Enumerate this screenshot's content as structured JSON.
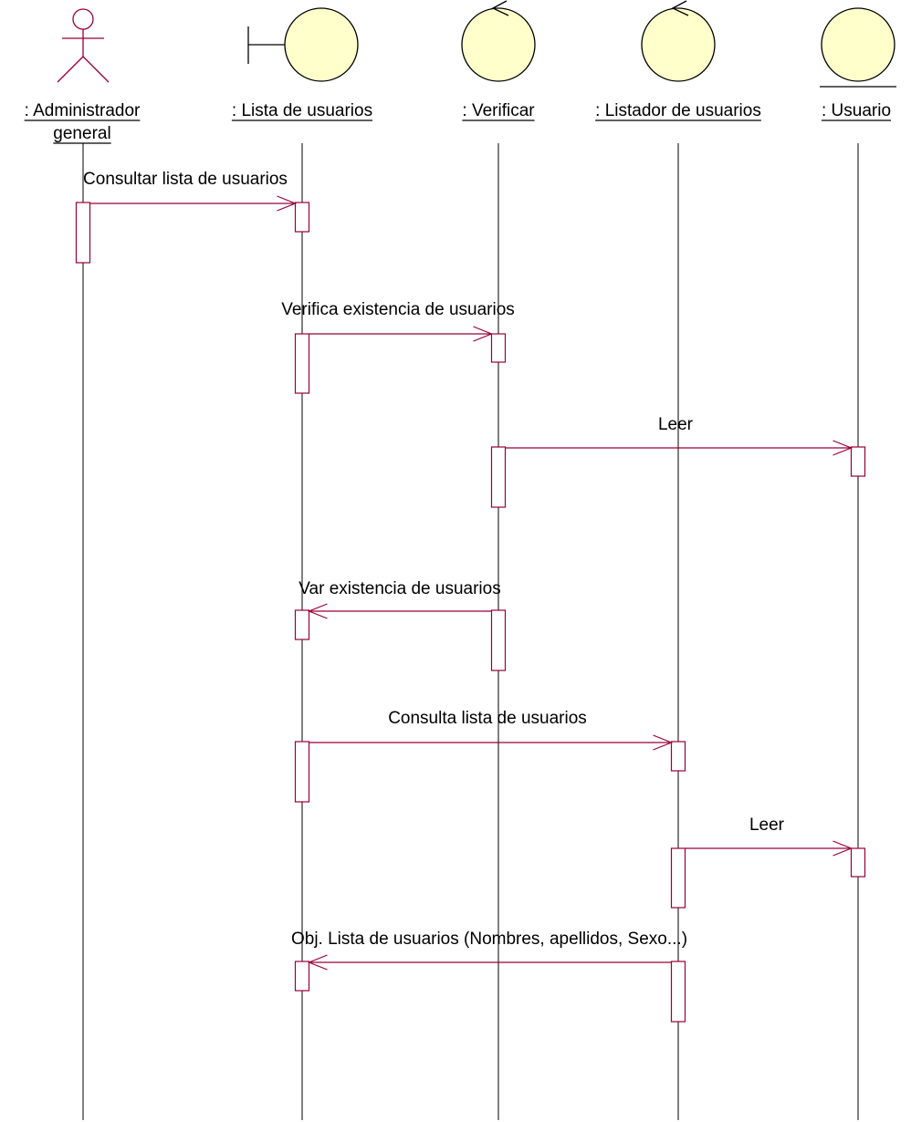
{
  "colors": {
    "line": "#000000",
    "message": "#990033",
    "object_fill": "#ffffcc"
  },
  "participants": [
    {
      "id": "admin",
      "kind": "actor",
      "icon": "actor-icon",
      "label_lines": [
        ": Administrador ",
        "general"
      ]
    },
    {
      "id": "lista",
      "kind": "boundary",
      "icon": "boundary-icon",
      "label_lines": [
        ": Lista de usuarios"
      ]
    },
    {
      "id": "verificar",
      "kind": "control",
      "icon": "control-icon",
      "label_lines": [
        ": Verificar"
      ]
    },
    {
      "id": "listador",
      "kind": "control",
      "icon": "control-icon",
      "label_lines": [
        ": Listador de usuarios"
      ]
    },
    {
      "id": "usuario",
      "kind": "entity",
      "icon": "entity-icon",
      "label_lines": [
        ": Usuario"
      ]
    }
  ],
  "messages": [
    {
      "from": "admin",
      "to": "lista",
      "label": "Consultar lista de usuarios"
    },
    {
      "from": "lista",
      "to": "verificar",
      "label": "Verifica existencia de usuarios"
    },
    {
      "from": "verificar",
      "to": "usuario",
      "label": "Leer"
    },
    {
      "from": "verificar",
      "to": "lista",
      "label": "Var existencia de usuarios"
    },
    {
      "from": "lista",
      "to": "listador",
      "label": "Consulta lista de usuarios"
    },
    {
      "from": "listador",
      "to": "usuario",
      "label": "Leer"
    },
    {
      "from": "listador",
      "to": "lista",
      "label": "Obj. Lista de usuarios (Nombres, apellidos, Sexo...)"
    }
  ]
}
